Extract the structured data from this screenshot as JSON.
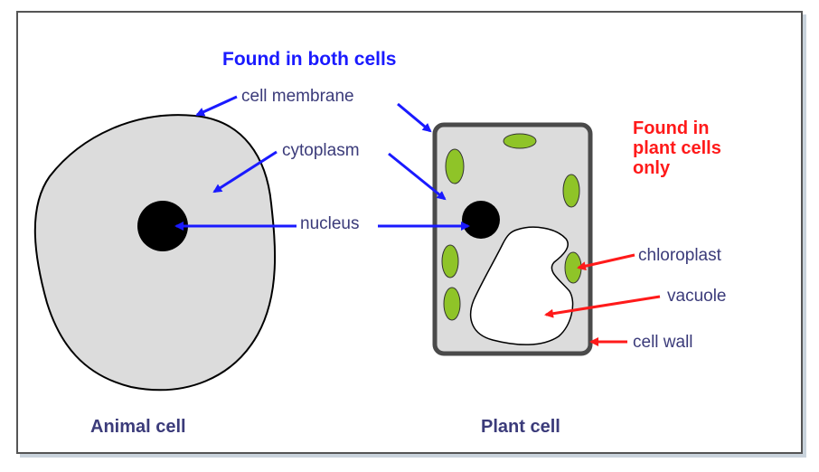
{
  "headings": {
    "both": "Found in both cells",
    "plant_only_line1": "Found in",
    "plant_only_line2": "plant cells",
    "plant_only_line3": "only"
  },
  "labels": {
    "cell_membrane": "cell membrane",
    "cytoplasm": "cytoplasm",
    "nucleus": "nucleus",
    "chloroplast": "chloroplast",
    "vacuole": "vacuole",
    "cell_wall": "cell wall"
  },
  "cells": {
    "animal": "Animal cell",
    "plant": "Plant cell"
  },
  "colors": {
    "shared_arrow": "#1a1aff",
    "plant_arrow": "#ff1a1a",
    "cytoplasm_fill": "#dcdcdc",
    "chloroplast_fill": "#8fc428",
    "nucleus_fill": "#000000",
    "vacuole_fill": "#ffffff",
    "cell_wall": "#4a4a4a"
  }
}
